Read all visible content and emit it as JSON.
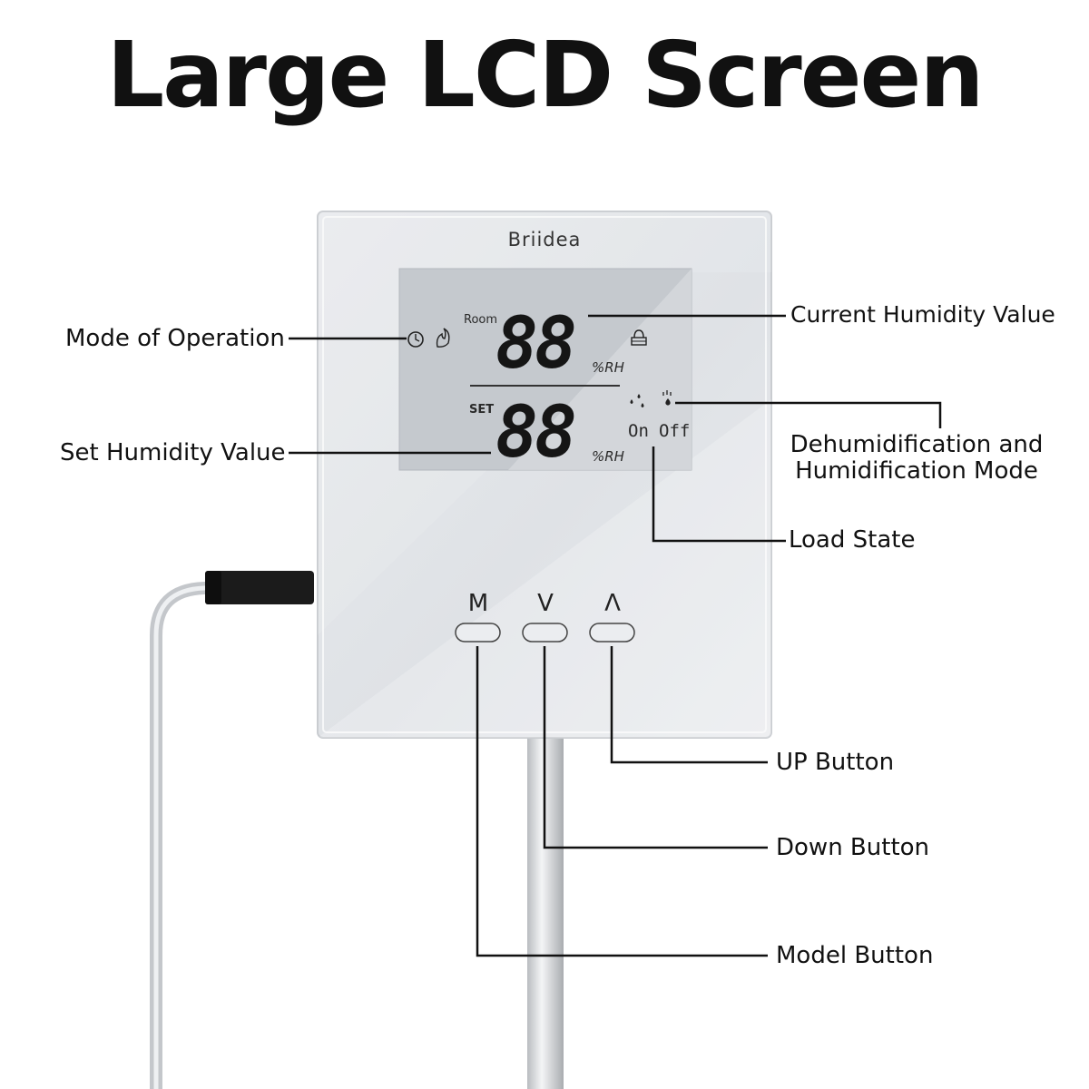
{
  "title": "Large LCD Screen",
  "device": {
    "brand": "Briidea",
    "lcd": {
      "room_label": "Room",
      "room_value": "88",
      "room_unit": "%RH",
      "set_label": "SET",
      "set_value": "88",
      "set_unit": "%RH",
      "load_on": "On",
      "load_off": "Off"
    },
    "buttons": [
      {
        "label": "M"
      },
      {
        "label": "V"
      },
      {
        "label": "Λ"
      }
    ]
  },
  "callouts": {
    "mode_of_operation": "Mode of Operation",
    "current_humidity": "Current Humidity Value",
    "set_humidity": "Set Humidity Value",
    "dehum_mode_line1": "Dehumidification and",
    "dehum_mode_line2": "Humidification Mode",
    "load_state": "Load State",
    "up_button": "UP Button",
    "down_button": "Down Button",
    "model_button": "Model Button"
  },
  "colors": {
    "panel": "#e3e6ea",
    "lcd": "#c6cacf",
    "line": "#111111"
  }
}
